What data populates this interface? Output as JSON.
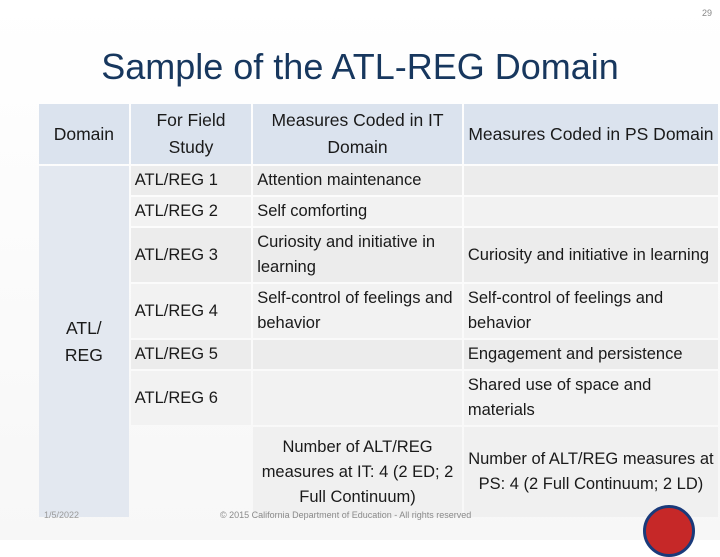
{
  "slide_number": "29",
  "title": "Sample of the ATL-REG Domain",
  "table": {
    "headers": [
      "Domain",
      "For Field Study",
      "Measures Coded in IT Domain",
      "Measures Coded in PS Domain"
    ],
    "domain_label": "ATL/ REG",
    "rows": [
      {
        "field": "ATL/REG 1",
        "it": "Attention maintenance",
        "ps": ""
      },
      {
        "field": "ATL/REG 2",
        "it": "Self comforting",
        "ps": ""
      },
      {
        "field": "ATL/REG 3",
        "it": "Curiosity and initiative in learning",
        "ps": "Curiosity and initiative in learning"
      },
      {
        "field": "ATL/REG 4",
        "it": "Self-control of feelings and behavior",
        "ps": "Self-control of feelings and behavior"
      },
      {
        "field": "ATL/REG 5",
        "it": "",
        "ps": "Engagement and persistence"
      },
      {
        "field": "ATL/REG 6",
        "it": "",
        "ps": "Shared use of space and materials"
      }
    ],
    "summary_it": "Number of ALT/REG measures at IT: 4 (2 ED; 2 Full Continuum)",
    "summary_ps": "Number of ALT/REG measures at PS: 4 (2 Full Continuum; 2 LD)"
  },
  "footer": {
    "date": "1/5/2022",
    "copyright": "© 2015 California Department of Education - All rights reserved"
  }
}
